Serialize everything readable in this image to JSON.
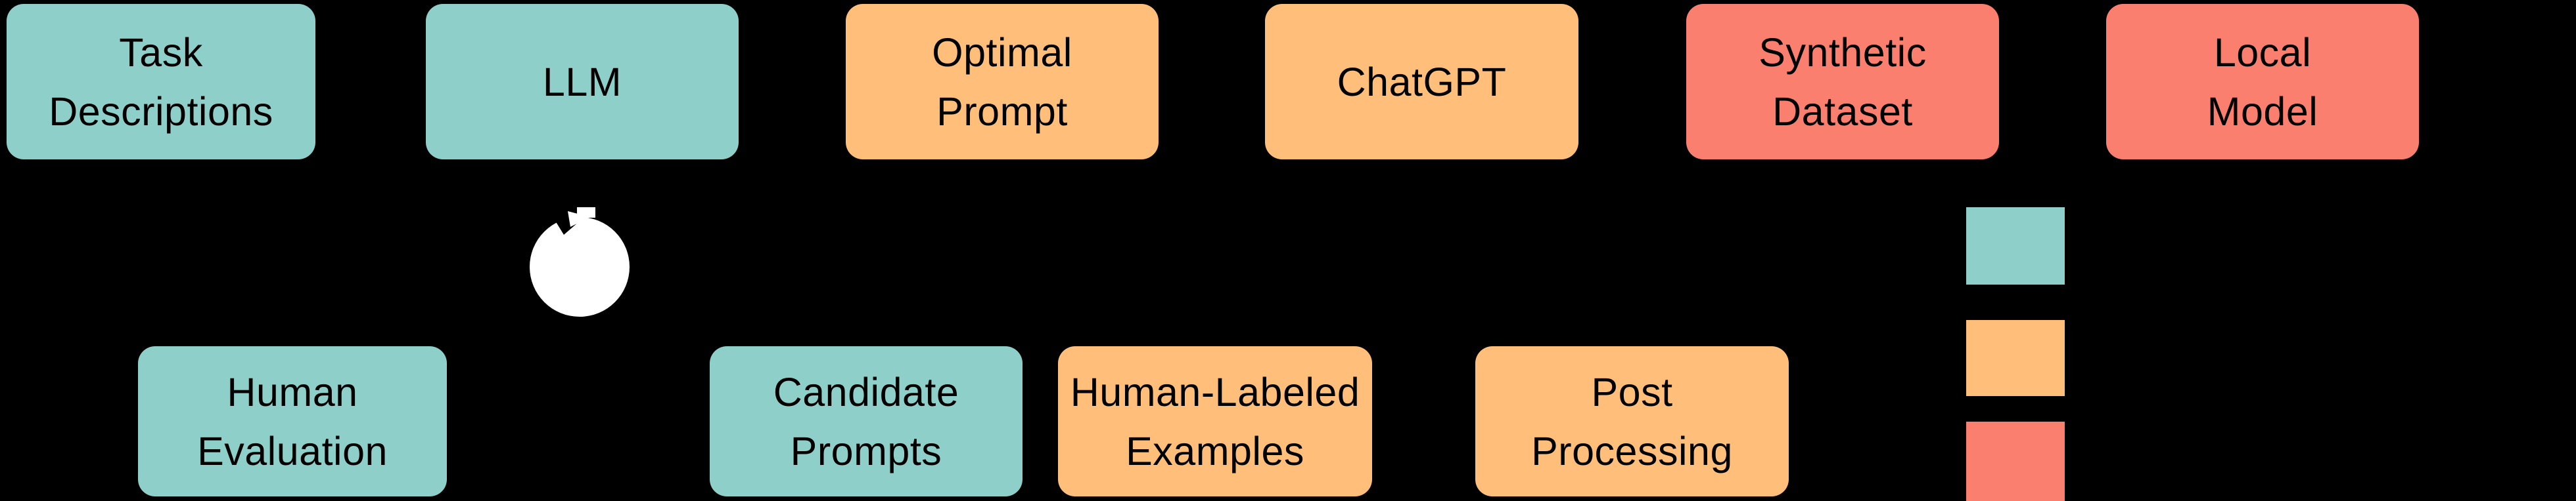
{
  "page": {
    "background": "#000000",
    "text_color": "#000000"
  },
  "palette": {
    "teal": "#8ECFC9",
    "orange": "#FFBE7A",
    "red": "#FA7F6F"
  },
  "diagram": {
    "top_row": [
      {
        "id": "task-descriptions",
        "label": "Task\nDescriptions",
        "color": "#8ECFC9"
      },
      {
        "id": "llm",
        "label": "LLM",
        "color": "#8ECFC9"
      },
      {
        "id": "optimal-prompt",
        "label": "Optimal\nPrompt",
        "color": "#FFBE7A"
      },
      {
        "id": "chatgpt",
        "label": "ChatGPT",
        "color": "#FFBE7A"
      },
      {
        "id": "synthetic-dataset",
        "label": "Synthetic\nDataset",
        "color": "#FA7F6F"
      },
      {
        "id": "local-model",
        "label": "Local\nModel",
        "color": "#FA7F6F"
      }
    ],
    "bottom_row": [
      {
        "id": "human-evaluation",
        "label": "Human\nEvaluation",
        "color": "#8ECFC9"
      },
      {
        "id": "candidate-prompts",
        "label": "Candidate\nPrompts",
        "color": "#8ECFC9"
      },
      {
        "id": "human-labeled-examples",
        "label": "Human-Labeled\nExamples",
        "color": "#FFBE7A"
      },
      {
        "id": "post-processing",
        "label": "Post\nProcessing",
        "color": "#FFBE7A"
      }
    ],
    "loop_icon": {
      "name": "clockwise-loop-icon",
      "color": "#FFFFFF"
    },
    "legend": {
      "swatches": [
        {
          "name": "legend-swatch-teal",
          "color": "#8ECFC9"
        },
        {
          "name": "legend-swatch-orange",
          "color": "#FFBE7A"
        },
        {
          "name": "legend-swatch-red",
          "color": "#FA7F6F"
        }
      ]
    }
  }
}
